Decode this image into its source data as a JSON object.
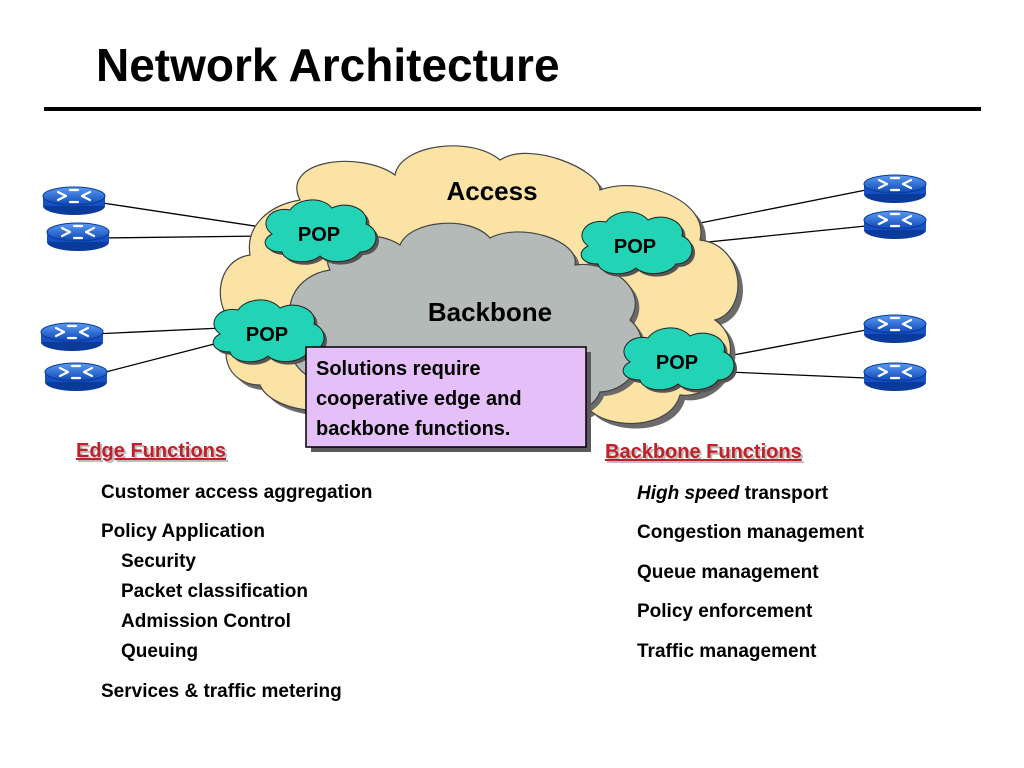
{
  "title": "Network Architecture",
  "diagram": {
    "access_label": "Access",
    "backbone_label": "Backbone",
    "pop_label": "POP",
    "callout_lines": [
      "Solutions require",
      "cooperative edge and",
      "backbone functions."
    ],
    "colors": {
      "access_cloud": "#fbe3a5",
      "backbone_cloud": "#b4bab8",
      "pop": "#23d3b5",
      "router": "#1f64d6",
      "callout": "#e5bff7"
    }
  },
  "edge": {
    "heading": "Edge Functions",
    "items": [
      "Customer access aggregation",
      "Policy Application",
      "Security",
      "Packet classification",
      "Admission Control",
      "Queuing",
      "Services & traffic metering"
    ]
  },
  "backbone": {
    "heading": "Backbone Functions",
    "items": [
      {
        "emphasis": "High speed",
        "text": " transport"
      },
      {
        "text": "Congestion management"
      },
      {
        "text": "Queue management"
      },
      {
        "text": "Policy enforcement"
      },
      {
        "text": "Traffic management"
      }
    ]
  }
}
